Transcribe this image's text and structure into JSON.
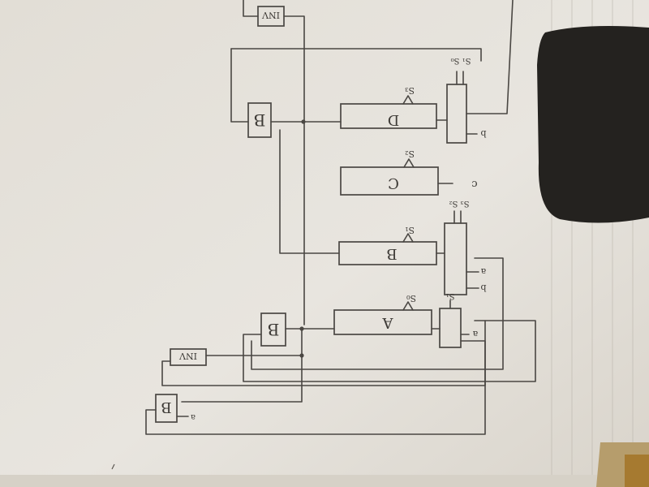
{
  "registers": {
    "a": {
      "name": "A",
      "sel": "S₀"
    },
    "b": {
      "name": "B",
      "sel": "S₁"
    },
    "c": {
      "name": "C",
      "sel": "S₂"
    },
    "d": {
      "name": "D",
      "sel": "S₃"
    }
  },
  "muxes": {
    "top": {
      "sel": "S₁ S₀",
      "in_b": "b"
    },
    "mid": {
      "sel": "S₃ S₂",
      "in_a": "a",
      "in_b": "b"
    },
    "low": {
      "sel": "S₁",
      "in_a": "a"
    }
  },
  "logic": {
    "or_top": "B",
    "or_mid": "B",
    "or_bottom": "B",
    "inv_top": "INV",
    "inv_bottom": "INV",
    "or_bottom_input": "a"
  },
  "inputs": {
    "c_reg": "c"
  },
  "colors": {
    "paper": "#e6e3dc",
    "ink": "#4a4743",
    "shadow": "#2a2826"
  }
}
